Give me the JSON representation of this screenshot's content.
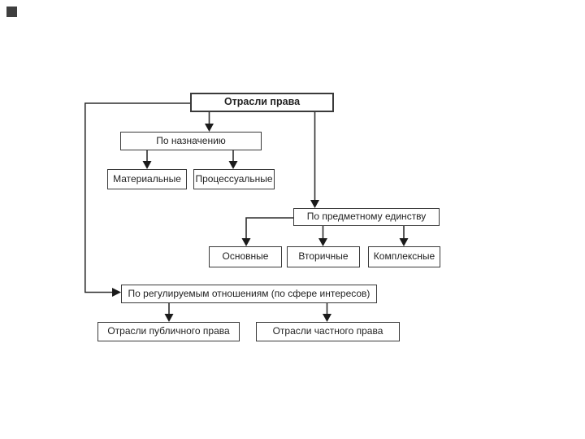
{
  "slide": {
    "background": "#ffffff",
    "corner_marker": {
      "color": "#3f3f3f"
    }
  },
  "diagram": {
    "colors": {
      "border": "#3a3a3a",
      "text": "#222222",
      "line": "#2f2f2f",
      "arrow": "#1b1b1b",
      "node_background": "#ffffff"
    },
    "root": {
      "label": "Отрасли права"
    },
    "branches": [
      {
        "label": "По назначению",
        "children": [
          {
            "label": "Материальные"
          },
          {
            "label": "Процессуальные"
          }
        ]
      },
      {
        "label": "По предметному единству",
        "children": [
          {
            "label": "Основные"
          },
          {
            "label": "Вторичные"
          },
          {
            "label": "Комплексные"
          }
        ]
      },
      {
        "label": "По регулируемым отношениям (по сфере интересов)",
        "children": [
          {
            "label": "Отрасли публичного права"
          },
          {
            "label": "Отрасли частного права"
          }
        ]
      }
    ]
  }
}
